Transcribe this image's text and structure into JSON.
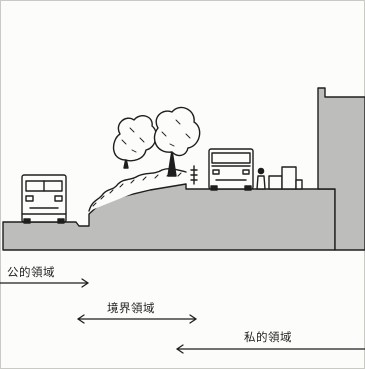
{
  "zones": {
    "public": {
      "label": "公的領域"
    },
    "boundary": {
      "label": "境界領域"
    },
    "private": {
      "label": "私的領域"
    }
  },
  "colors": {
    "ink": "#1e1e1e",
    "ground_fill": "#bdbdbb",
    "building_fill": "#bdbdbb",
    "paper": "#fcfcfa"
  },
  "icons": [
    "bus-icon",
    "car-icon",
    "tree-icon",
    "person-icon",
    "bench-icon"
  ]
}
